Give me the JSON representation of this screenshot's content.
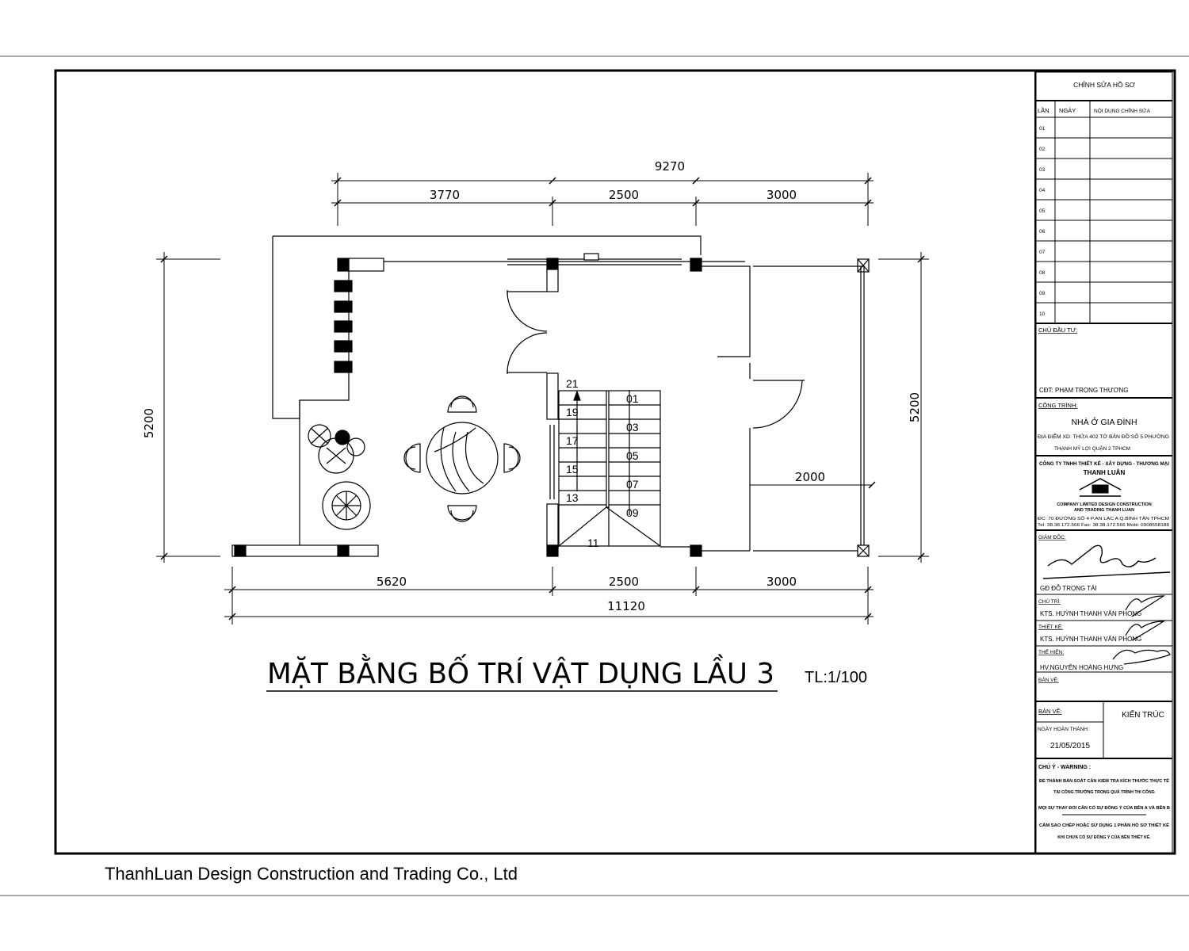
{
  "footer": {
    "company": "ThanhLuan Design Construction and Trading  Co., Ltd"
  },
  "title": {
    "main": "MẶT BẰNG BỐ TRÍ VẬT DỤNG LẦU 3",
    "scale": "TL:1/100"
  },
  "dimensions": {
    "top_total": "9270",
    "top_segments": [
      "3770",
      "2500",
      "3000"
    ],
    "bottom_segments": [
      "5620",
      "2500",
      "3000"
    ],
    "bottom_total": "11120",
    "left_height": "5200",
    "right_height": "5200",
    "balcony_width": "2000"
  },
  "stairs": {
    "left_steps": [
      "21",
      "19",
      "17",
      "15",
      "13"
    ],
    "right_steps": [
      "01",
      "03",
      "05",
      "07",
      "09"
    ],
    "bottom_step": "11"
  },
  "title_block": {
    "revision_header": "CHỈNH SỬA HỒ SƠ",
    "revision_cols": [
      "LẦN",
      "NGÀY",
      "NỘI DUNG CHỈNH SỬA"
    ],
    "revision_rows": [
      "01",
      "02",
      "03",
      "04",
      "05",
      "06",
      "07",
      "08",
      "09",
      "10"
    ],
    "owner_label": "CHỦ ĐẦU TƯ:",
    "owner_name": "CĐT: PHẠM TRỌNG THƯƠNG",
    "project_label": "CÔNG TRÌNH:",
    "project_name": "NHÀ Ở GIA ĐÌNH",
    "location_line1": "ĐỊA ĐIỂM XD: THỬA 402 TỜ BẢN ĐỒ SỐ 5 PHƯỜNG",
    "location_line2": "THẠNH MỸ LỢI QUẬN 2 TPHCM",
    "company_vn": "CÔNG TY TNHH THIẾT KẾ - XÂY DỰNG - THƯƠNG MẠI",
    "company_vn2": "THANH LUÂN",
    "company_en": "COMPANY LIMITED DESIGN CONSTRUCTION",
    "company_en2": "AND TRADING THANH LUAN",
    "company_addr": "ĐC: 70 ĐƯỜNG SỐ 4 P.AN LẠC A Q.BÌNH TÂN TPHCM",
    "company_tel": "Tel: 38.38.172.566  Fax: 38.38.172.566  Mobi: 0908558188",
    "director_label": "GIÁM ĐỐC:",
    "director_name": "GĐ ĐỖ TRỌNG TÀI",
    "lead_label": "CHỦ TRÌ:",
    "lead_name": "KTS. HUỲNH THANH VĂN PHONG",
    "designer_label": "THIẾT KẾ:",
    "designer_name": "KTS. HUỲNH THANH VĂN PHONG",
    "drafter_label": "THỂ HIỆN:",
    "drafter_name": "HV.NGUYỄN HOÀNG HƯNG",
    "sheet_label": "BẢN VẼ:",
    "drawing_label": "BẢN VẼ:",
    "drawing_type": "KIẾN TRÚC",
    "date_label": "NGÀY HOÀN THÀNH:",
    "date_value": "21/05/2015",
    "warning_title": "CHÚ Ý - WARNING :",
    "warning_lines": [
      "ĐỂ THÀNH BẢN SOÁT CẦN KIỂM TRA KÍCH THƯỚC THỰC TẾ",
      "TẠI CÔNG TRƯỜNG TRONG QUÁ TRÌNH THI CÔNG",
      "MỌI SỰ THAY ĐỔI CẦN CÓ SỰ ĐỒNG Ý CỦA BÊN A VÀ BÊN B",
      "CẤM SAO CHÉP HOẶC SỬ DỤNG 1 PHẦN HỒ SƠ THIẾT KẾ",
      "KHI CHƯA CÓ SỰ ĐỒNG Ý CỦA BÊN THIẾT KẾ."
    ]
  }
}
